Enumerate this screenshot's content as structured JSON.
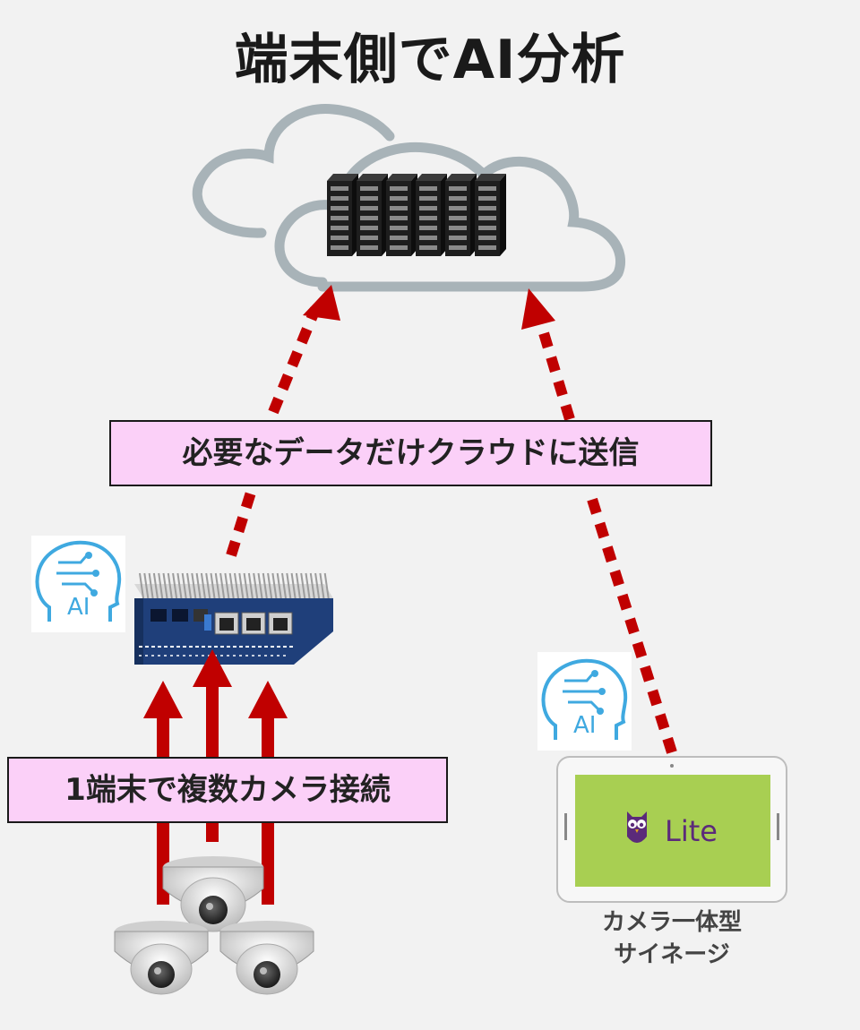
{
  "title": "端末側でAI分析",
  "labels": {
    "cloud_send": "必要なデータだけクラウドに送信",
    "multi_camera": "1端末で複数カメラ接続"
  },
  "caption": {
    "line1": "カメラ一体型",
    "line2": "サイネージ"
  },
  "tablet": {
    "app_name": "Lite"
  },
  "ai_badge_text": "AI",
  "colors": {
    "arrow_red": "#c00000",
    "label_bg": "#fbd0f8",
    "cloud_stroke": "#a8b3b8",
    "ai_blue": "#3fa9e0",
    "tablet_screen": "#a8cf52",
    "edge_box_blue": "#1f3f7a"
  },
  "icons": [
    "cloud-icon",
    "server-rack-icon",
    "ai-head-icon",
    "edge-computer-icon",
    "dome-camera-icon",
    "tablet-icon",
    "owl-logo-icon"
  ]
}
